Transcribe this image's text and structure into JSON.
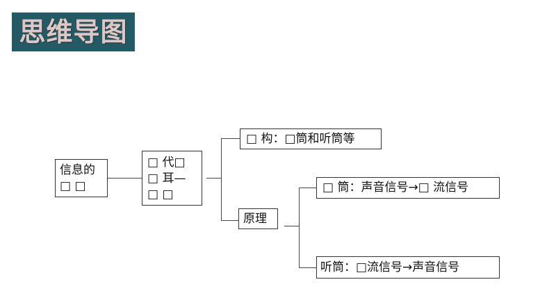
{
  "title": "思维导图",
  "nodes": {
    "root": {
      "line1": "信息的",
      "line2": "□ □"
    },
    "mid": {
      "line1": "□ 代□",
      "line2": "□ 耳—",
      "line3": "□ □"
    },
    "structure": "□ 构：□筒和听筒等",
    "principle": "原理",
    "microphone": "□ 筒：声音信号→□ 流信号",
    "earpiece": "听筒：□流信号→声音信号"
  }
}
